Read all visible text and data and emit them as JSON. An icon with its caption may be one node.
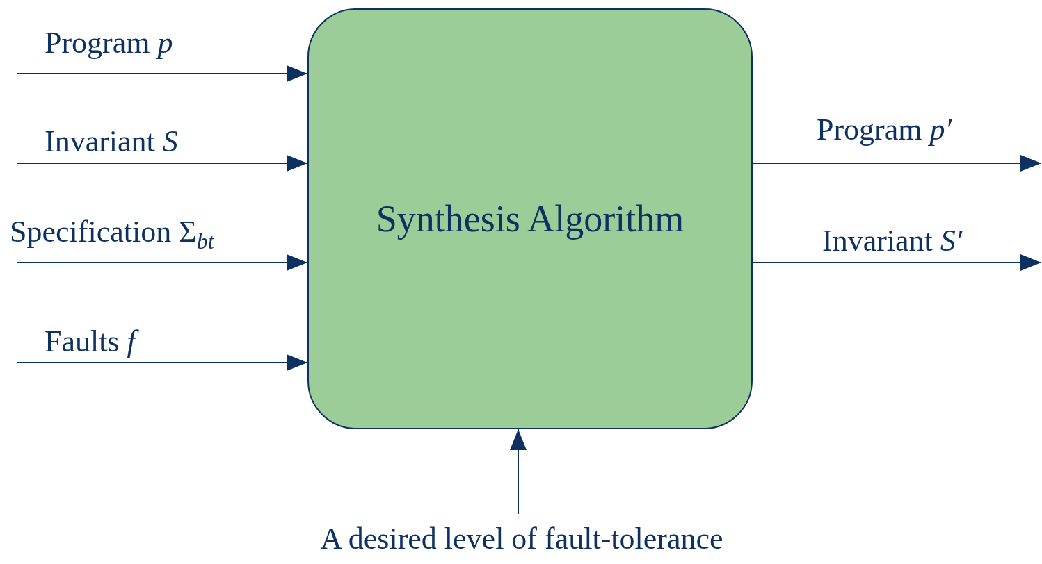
{
  "diagram": {
    "nodes": [
      {
        "text": [
          "Synthesis Algorithm"
        ]
      },
      {
        "text": [
          "A desired level of fault-tolerance"
        ]
      }
    ],
    "edges": [
      {
        "from": null,
        "to": 0,
        "arrow": "to",
        "label": "Program *p*"
      },
      {
        "from": null,
        "to": 0,
        "arrow": "to",
        "label": "Invariant *S*"
      },
      {
        "from": null,
        "to": 0,
        "arrow": "to",
        "label": "Specification Σ$_{bt}$"
      },
      {
        "from": null,
        "to": 0,
        "arrow": "to",
        "label": "Faults *f*"
      },
      {
        "from": 0,
        "to": null,
        "arrow": "to",
        "label": "Program *p′*"
      },
      {
        "from": 0,
        "to": null,
        "arrow": "to",
        "label": "Invariant *S′*"
      },
      {
        "from": 1,
        "to": 0,
        "arrow": "to"
      }
    ]
  }
}
